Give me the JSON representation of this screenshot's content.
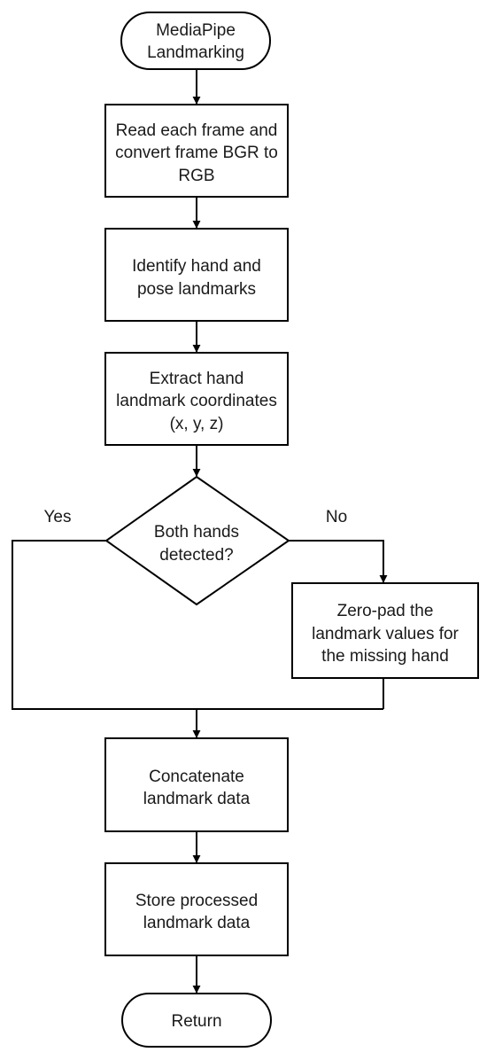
{
  "nodes": {
    "start": [
      "MediaPipe",
      "Landmarking"
    ],
    "read_frame": [
      "Read each frame and",
      "convert frame BGR to",
      "RGB"
    ],
    "identify": [
      "Identify hand and",
      "pose landmarks"
    ],
    "extract": [
      "Extract hand",
      "landmark coordinates",
      "(x, y, z)"
    ],
    "decision": [
      "Both hands",
      "detected?"
    ],
    "zero_pad": [
      "Zero-pad the",
      "landmark values for",
      "the missing hand"
    ],
    "concat": [
      "Concatenate",
      "landmark data"
    ],
    "store": [
      "Store processed",
      "landmark data"
    ],
    "end": [
      "Return"
    ]
  },
  "edges": {
    "yes": "Yes",
    "no": "No"
  }
}
